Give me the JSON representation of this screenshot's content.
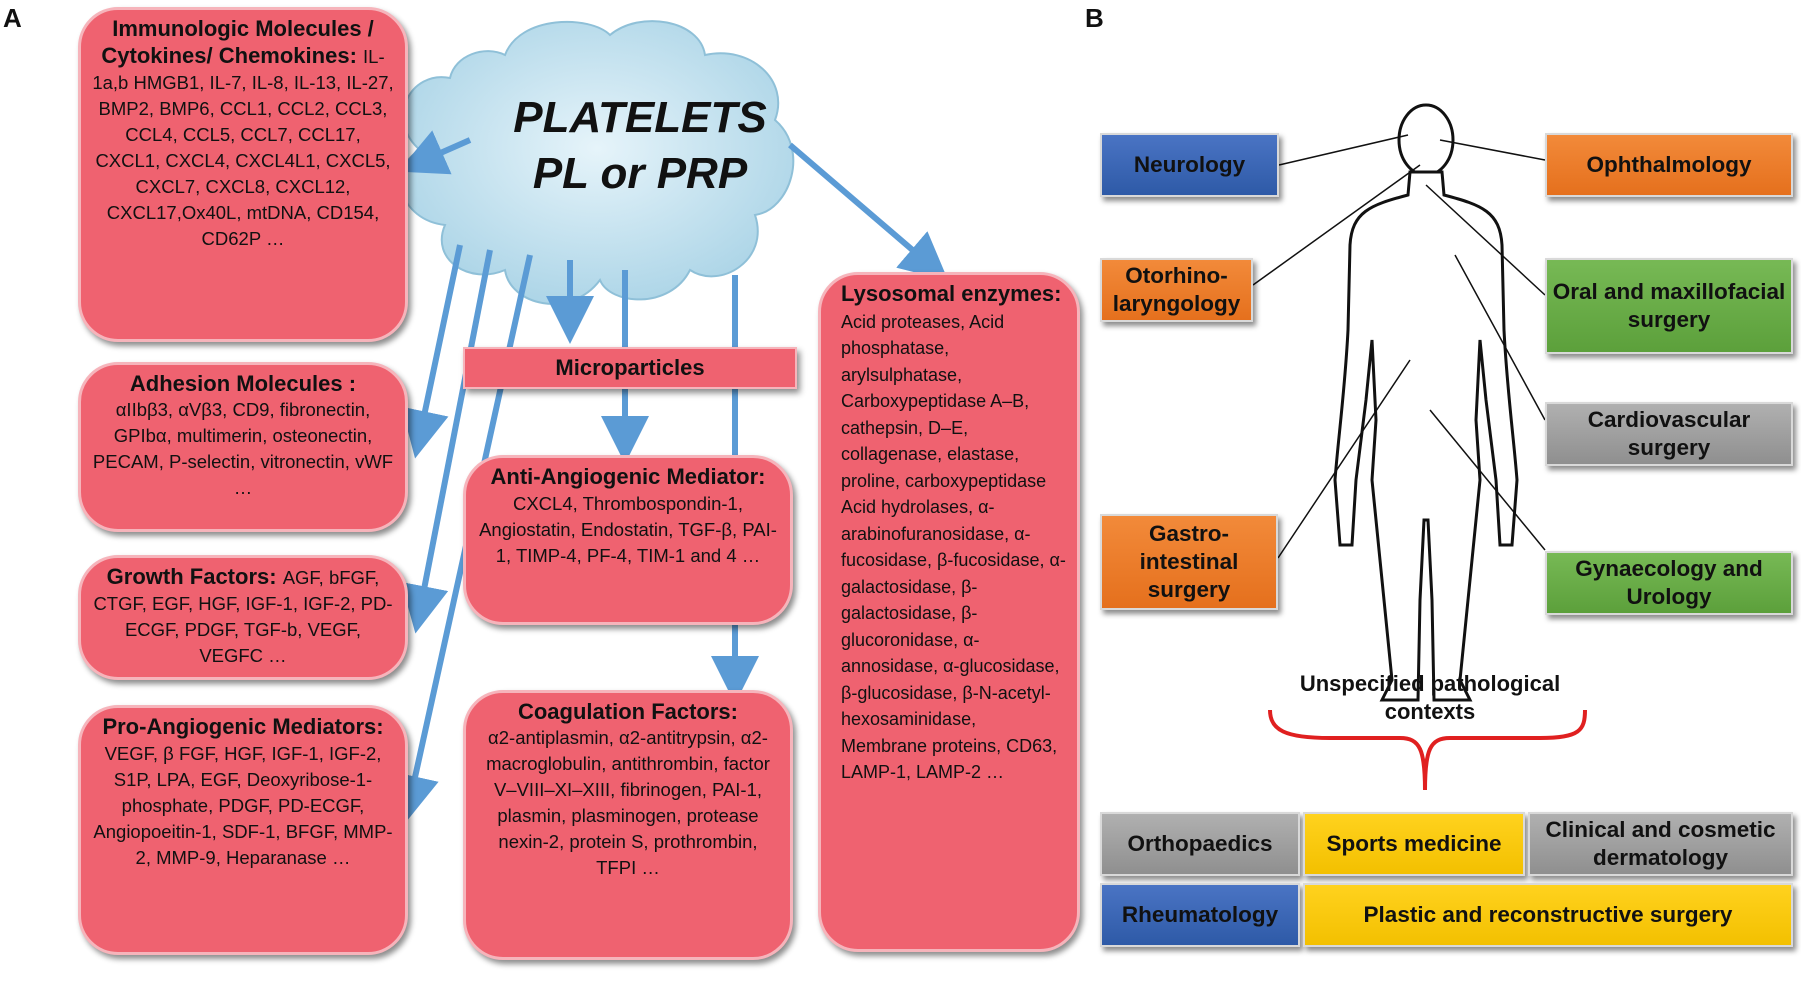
{
  "panel_a": {
    "letter": "A",
    "cloud_line1": "PLATELETS",
    "cloud_line2": "PL or PRP",
    "microparticles": "Microparticles",
    "immuno_head": "Immunologic Molecules / Cytokines/ Chemokines:",
    "immuno_body": "IL-1a,b HMGB1, IL-7, IL-8, IL-13, IL-27, BMP2, BMP6, CCL1, CCL2, CCL3, CCL4, CCL5, CCL7, CCL17, CXCL1, CXCL4, CXCL4L1, CXCL5, CXCL7, CXCL8, CXCL12, CXCL17,Ox40L, mtDNA, CD154, CD62P …",
    "adhesion_head": "Adhesion Molecules :",
    "adhesion_body": "αIIbβ3, αVβ3, CD9, fibronectin, GPIbα, multimerin, osteonectin, PECAM, P-selectin, vitronectin, vWF …",
    "growth_head": "Growth Factors:",
    "growth_body": "AGF, bFGF, CTGF, EGF, HGF, IGF-1, IGF-2, PD-ECGF, PDGF, TGF-b, VEGF, VEGFC …",
    "proangio_head": "Pro-Angiogenic Mediators:",
    "proangio_body": "VEGF, β FGF, HGF, IGF-1, IGF-2, S1P, LPA, EGF, Deoxyribose-1-phosphate, PDGF, PD-ECGF, Angiopoeitin-1, SDF-1, BFGF, MMP-2, MMP-9, Heparanase …",
    "antiangio_head": "Anti-Angiogenic Mediator:",
    "antiangio_body": "CXCL4, Thrombospondin-1, Angiostatin, Endostatin, TGF-β, PAI-1, TIMP-4, PF-4, TIM-1 and 4 …",
    "coag_head": "Coagulation Factors:",
    "coag_body": "α2-antiplasmin, α2-antitrypsin, α2-macroglobulin, antithrombin, factor V–VIII–XI–XIII, fibrinogen, PAI-1, plasmin, plasminogen, protease nexin-2, protein S, prothrombin, TFPI …",
    "lyso_head": "Lysosomal enzymes:",
    "lyso_body": "Acid proteases, Acid phosphatase, arylsulphatase, Carboxypeptidase A–B, cathepsin, D–E, collagenase, elastase, proline, carboxypeptidase Acid hydrolases, α-arabinofuranosidase, α-fucosidase, β-fucosidase, α-galactosidase, β-galactosidase, β-glucoronidase, α-annosidase, α-glucosidase, β-glucosidase, β-N-acetyl-hexosaminidase, Membrane proteins, CD63, LAMP-1, LAMP-2 …"
  },
  "panel_b": {
    "letter": "B",
    "neurology": "Neurology",
    "ophthalmology": "Ophthalmology",
    "otorhino": "Otorhino-laryngology",
    "oral": "Oral and maxillofacial surgery",
    "cardio": "Cardiovascular surgery",
    "gastro": "Gastro-intestinal surgery",
    "gynae": "Gynaecology and Urology",
    "unspecified": "Unspecified pathological contexts",
    "orthopaedics": "Orthopaedics",
    "sports": "Sports medicine",
    "dermatology": "Clinical and cosmetic dermatology",
    "rheumatology": "Rheumatology",
    "plastic": "Plastic and reconstructive surgery"
  },
  "colors": {
    "box_red": "#ef6270",
    "arrow_blue": "#5b9bd5",
    "cloud": "#c5e3ef",
    "brace_red": "#e02020"
  }
}
